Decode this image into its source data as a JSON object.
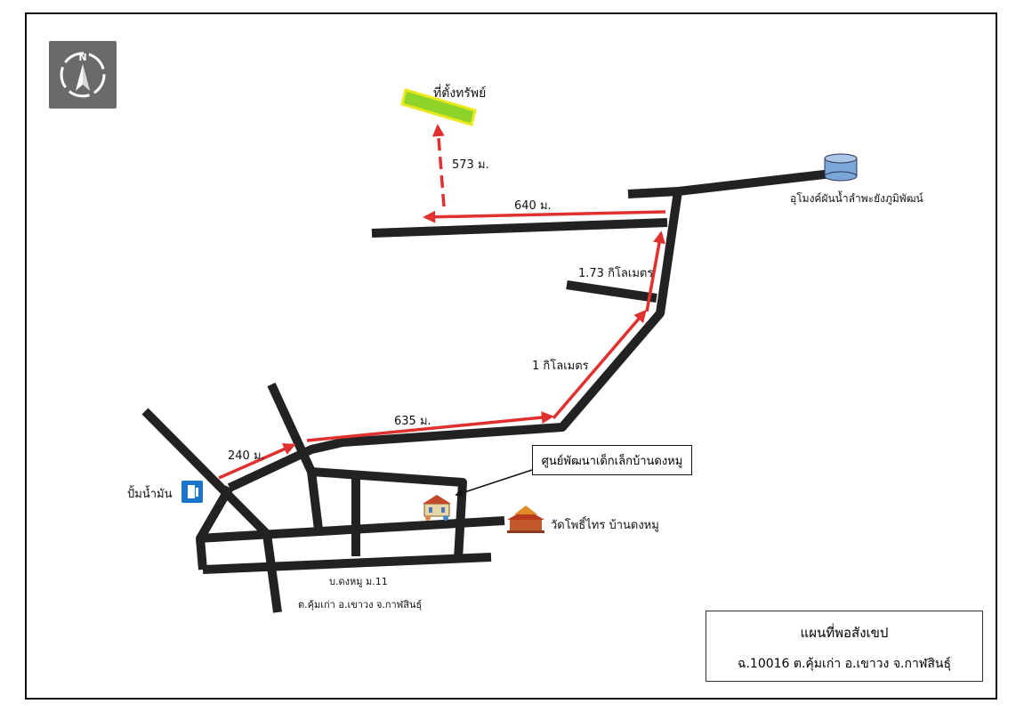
{
  "map": {
    "north_label": "N",
    "property_label": "ที่ตั้งทรัพย์",
    "dist_573": "573 ม.",
    "dist_640": "640 ม.",
    "dist_173km": "1.73 กิโลเมตร",
    "dist_1km": "1 กิโลเมตร",
    "dist_635": "635 ม.",
    "dist_240": "240 ม.",
    "gas_station": "ปั้มน้ำมัน",
    "childcare_center": "ศูนย์พัฒนาเด็กเล็กบ้านดงหมู",
    "temple": "วัดโพธิ์ไทร บ้านดงหมู",
    "monument": "อุโมงค์ผันน้ำลำพะยังภูมิพัฒน์",
    "village": "บ.ดงหมู ม.11",
    "subdistrict": "ต.คุ้มเก่า อ.เขาวง จ.กาฬสินธุ์",
    "title": "แผนที่พอสังเขป",
    "subtitle": "ฉ.10016  ต.คุ้มเก่า  อ.เขาวง  จ.กาฬสินธุ์",
    "colors": {
      "road": "#222222",
      "route": "#e03030",
      "property_fill": "#8ed32a",
      "property_border": "#e8e81a",
      "gas_icon": "#1a74c9",
      "tank": "#7aa6d8"
    },
    "icons": [
      "compass-icon",
      "gas-pump-icon",
      "school-icon",
      "temple-icon",
      "water-tank-icon"
    ]
  }
}
